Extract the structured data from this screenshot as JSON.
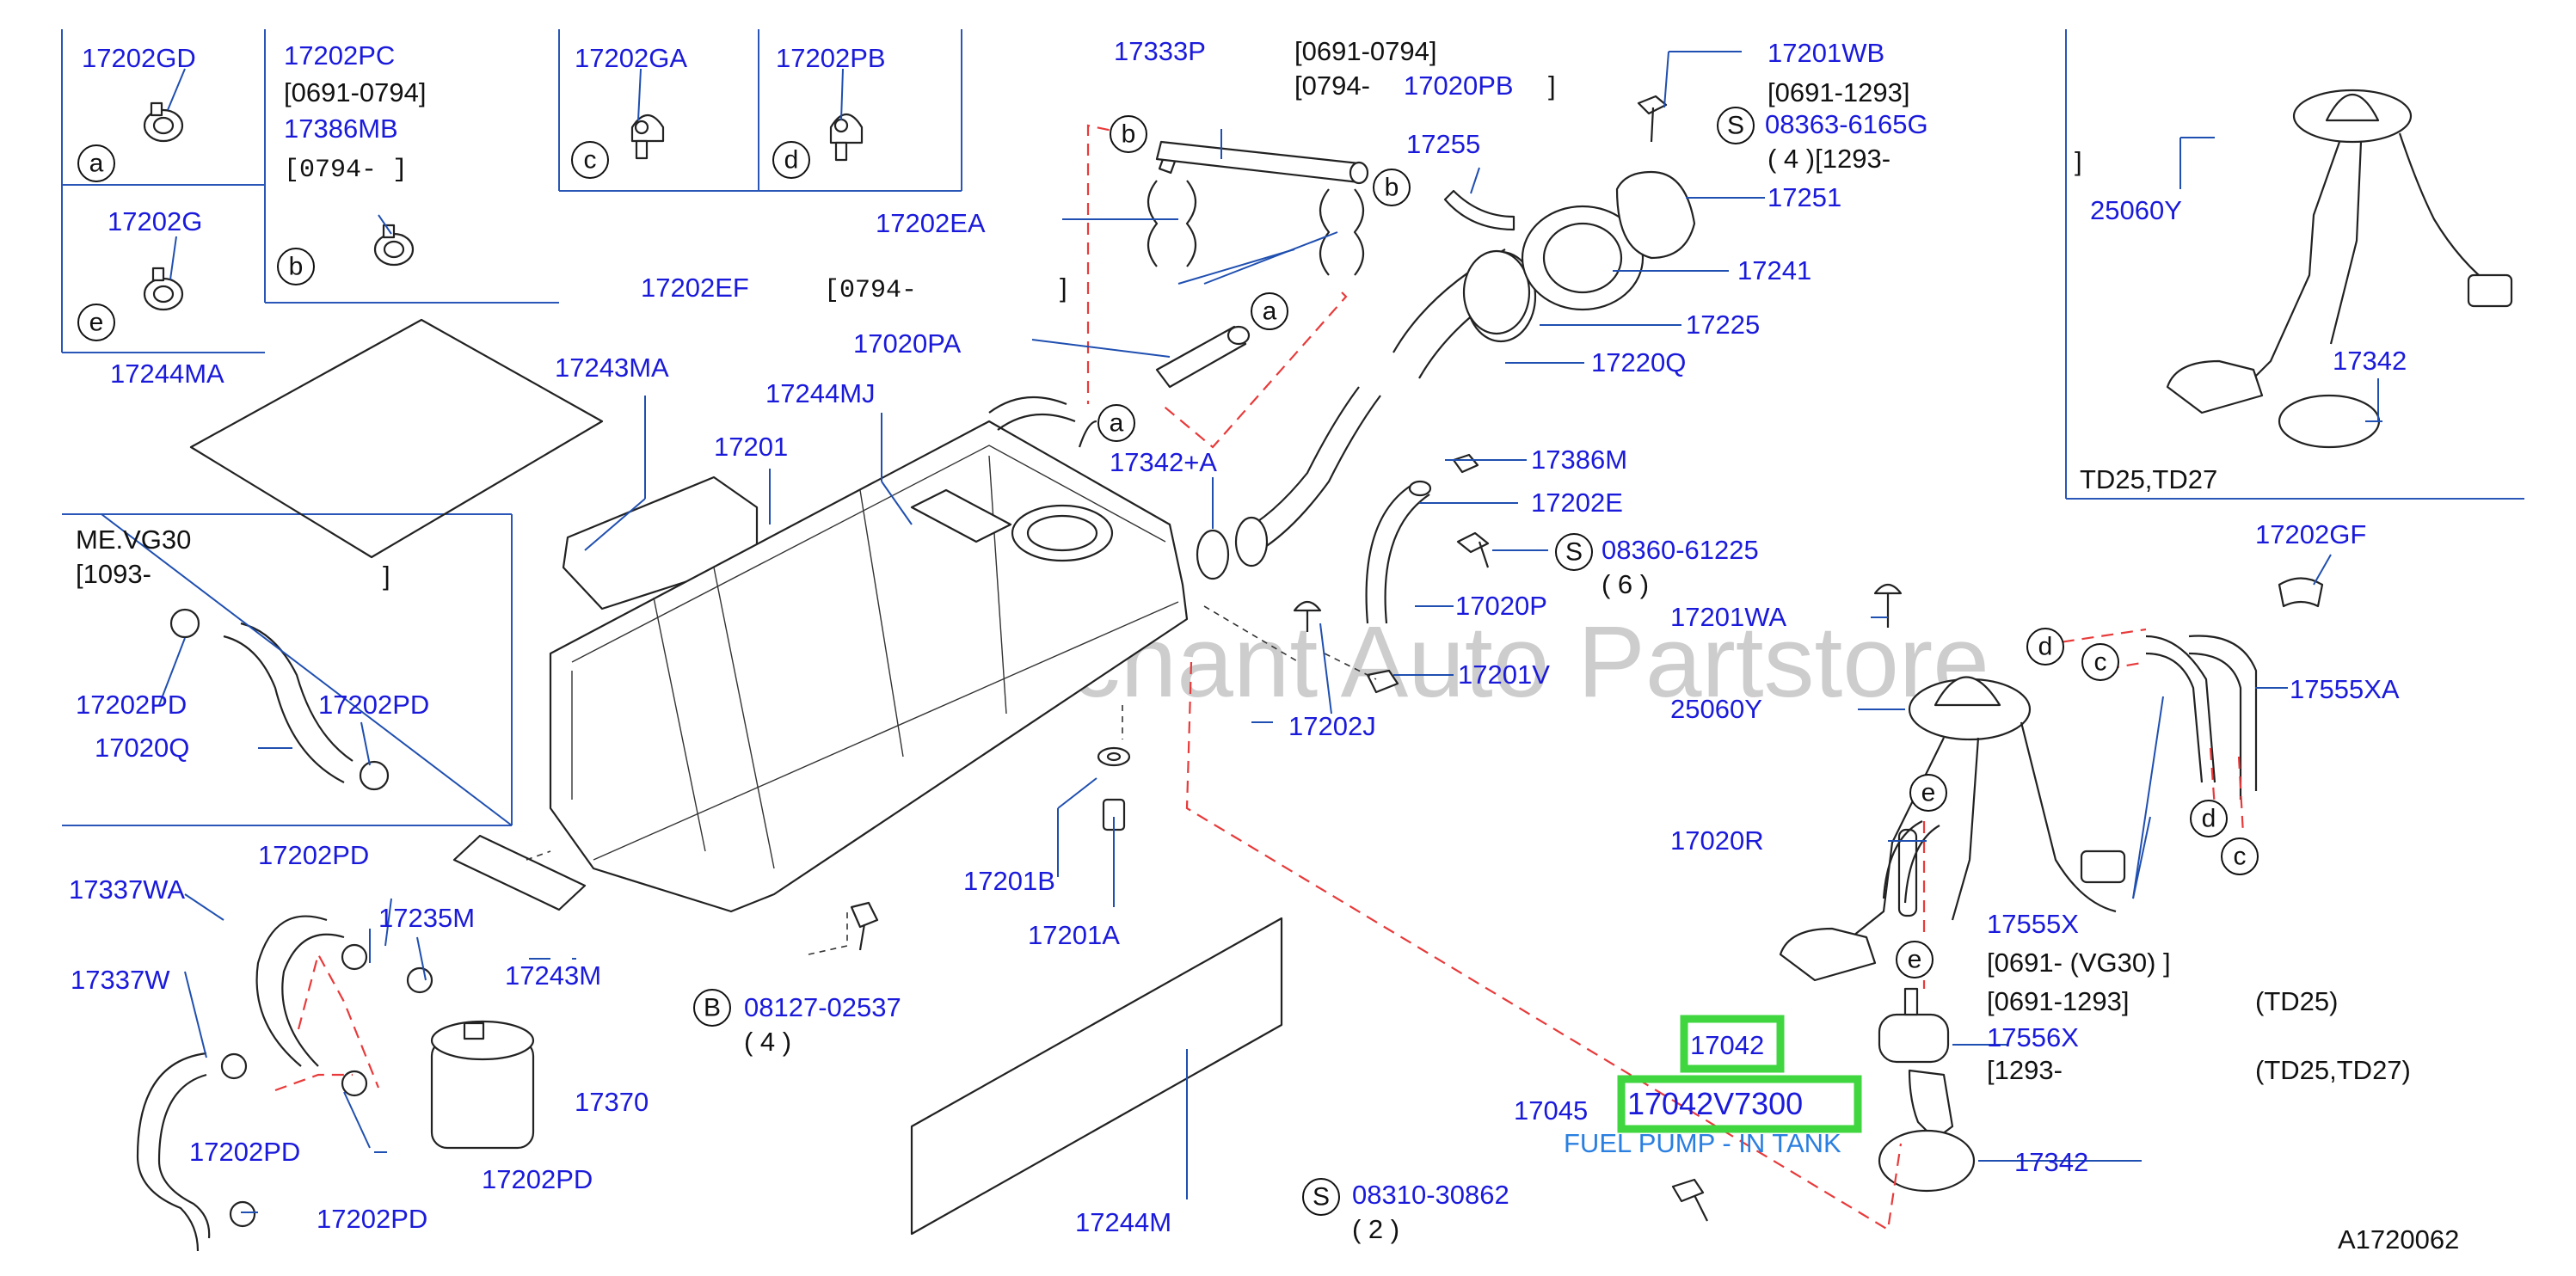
{
  "watermark": "Multi-Merchant Auto Partstore",
  "diagram_id": "A1720062",
  "caption": "FUEL PUMP - IN TANK",
  "highlighted_parts": [
    "17042",
    "17042V7300"
  ],
  "colors": {
    "part_label": "#1a1adb",
    "highlight": "#3fd63f",
    "dashed_connector": "#e83a3a",
    "caption": "#2a7fe0",
    "box_line": "#2a56b8"
  },
  "circle_markers": {
    "a": "a",
    "b": "b",
    "c": "c",
    "d": "d",
    "e": "e",
    "S": "S",
    "B": "B"
  },
  "labels": {
    "p17202GD": "17202GD",
    "p17202PC": "17202PC",
    "p17386MB": "17386MB",
    "p17202GA": "17202GA",
    "p17202PB": "17202PB",
    "p17202G": "17202G",
    "p17333P": "17333P",
    "p17020PB": "17020PB",
    "p17201WB": "17201WB",
    "p08363": "08363-6165G",
    "p17255": "17255",
    "p17251": "17251",
    "p17241": "17241",
    "p17225": "17225",
    "p17220Q": "17220Q",
    "p17202EA": "17202EA",
    "p17202EF": "17202EF",
    "p17020PA": "17020PA",
    "p17244MA": "17244MA",
    "p17243MA": "17243MA",
    "p17244MJ": "17244MJ",
    "p17201": "17201",
    "p17342A": "17342+A",
    "p17386M": "17386M",
    "p17202E": "17202E",
    "p08360": "08360-61225",
    "p17020P": "17020P",
    "p17201V": "17201V",
    "p17202J": "17202J",
    "p17201WA": "17201WA",
    "p25060Y_a": "25060Y",
    "p25060Y_b": "25060Y",
    "p17342_a": "17342",
    "p17342_b": "17342",
    "p17202GF": "17202GF",
    "p17555XA": "17555XA",
    "p17020R": "17020R",
    "p17555X": "17555X",
    "p17556X": "17556X",
    "p17042": "17042",
    "p17045": "17045",
    "p17042V7300": "17042V7300",
    "p08310": "08310-30862",
    "p17244M": "17244M",
    "p17201B": "17201B",
    "p17201A": "17201A",
    "p08127": "08127-02537",
    "p17243M": "17243M",
    "p17202PD_1": "17202PD",
    "p17202PD_2": "17202PD",
    "p17202PD_3": "17202PD",
    "p17202PD_4": "17202PD",
    "p17202PD_5": "17202PD",
    "p17202PD_6": "17202PD",
    "p17020Q": "17020Q",
    "p17337WA": "17337WA",
    "p17337W": "17337W",
    "p17235M": "17235M",
    "p17370": "17370"
  },
  "notes": {
    "n0691_0794_a": "[0691-0794]",
    "n0794_a": "[0794-          ]",
    "n0691_0794_b": "[0691-0794]",
    "n0794_b_prefix": "[0794-",
    "n0794_b_suffix": "]",
    "n0691_1293": "[0691-1293]",
    "n4_1293": "( 4 )[1293-",
    "n_bracket_close": "]",
    "n0794_c": "[0794-",
    "n0794_c_close": "]",
    "me_vg30": "ME.VG30",
    "n1093": "[1093-",
    "n1093_close": "]",
    "n6": "( 6 )",
    "n4": "( 4 )",
    "n2": "( 2 )",
    "td25_td27": "TD25,TD27",
    "n0691_vg30": "[0691-  (VG30)  ]",
    "n0691_1293_b": "[0691-1293]",
    "td25": "(TD25)",
    "n1293_b": "[1293-",
    "td25_td27_b": "(TD25,TD27)"
  }
}
